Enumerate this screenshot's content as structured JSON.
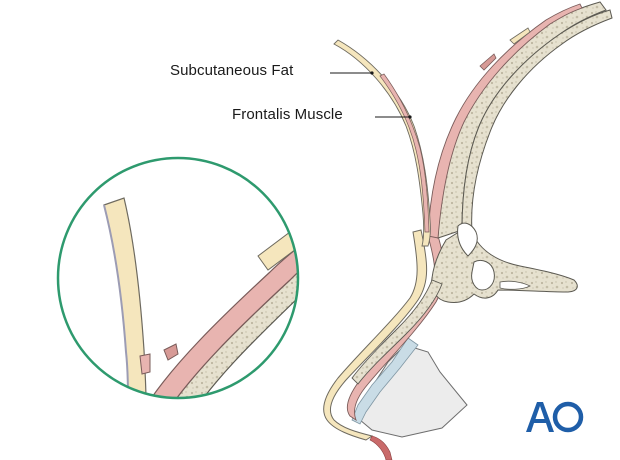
{
  "labels": {
    "subcutaneous_fat": "Subcutaneous Fat",
    "frontalis_muscle": "Frontalis Muscle"
  },
  "logo": {
    "text": "AO",
    "color": "#1f5ea8"
  },
  "colors": {
    "bone_fill": "#e6e1cf",
    "bone_stipple": "#bdb6a0",
    "bone_outline": "#5c5a52",
    "muscle": "#e8b4b0",
    "fat": "#f5e6bd",
    "skin_line": "#b9b9c8",
    "membrane": "#c9dce6",
    "tissue_gray": "#ececec",
    "circle": "#2e9a6e",
    "red_vessel": "#c96a6a"
  }
}
